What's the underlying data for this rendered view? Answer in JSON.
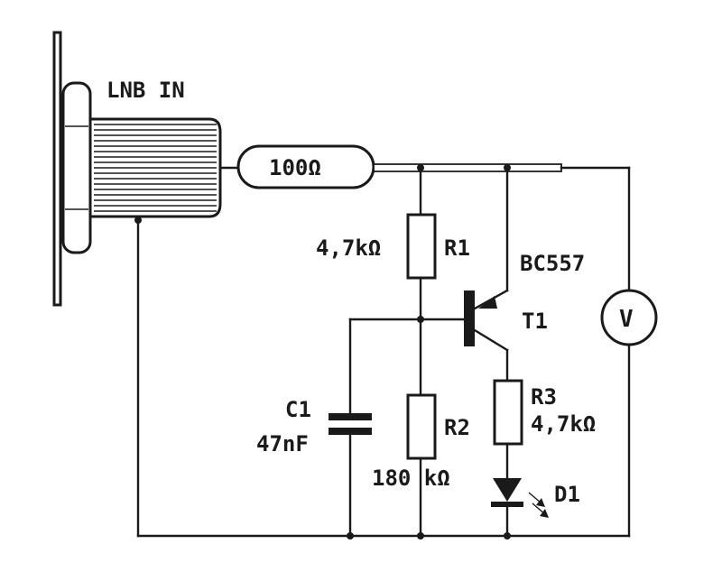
{
  "labels": {
    "connector": "LNB IN",
    "series_resistor": "100Ω",
    "r1_value": "4,7kΩ",
    "r1_name": "R1",
    "transistor_type": "BC557",
    "transistor_name": "T1",
    "meter": "V",
    "c1_name": "C1",
    "c1_value": "47nF",
    "r2_name": "R2",
    "r2_value": "180 kΩ",
    "r3_name": "R3",
    "r3_value": "4,7kΩ",
    "led_name": "D1"
  }
}
